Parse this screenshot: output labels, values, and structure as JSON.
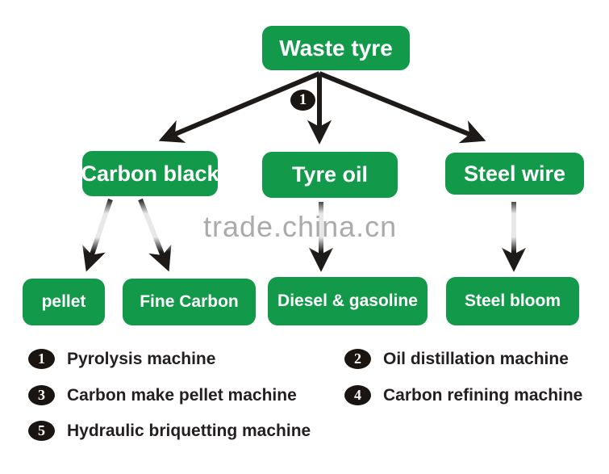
{
  "diagram": {
    "watermark": "trade.china.cn",
    "nodes": {
      "waste_tyre": {
        "label": "Waste tyre"
      },
      "carbon_black": {
        "label": "Carbon black"
      },
      "tyre_oil": {
        "label": "Tyre oil"
      },
      "steel_wire": {
        "label": "Steel wire"
      },
      "pellet": {
        "label": "pellet"
      },
      "fine_carbon": {
        "label": "Fine Carbon"
      },
      "diesel_gasoline": {
        "label": "Diesel & gasoline"
      },
      "steel_bloom": {
        "label": "Steel bloom"
      }
    },
    "edges": [
      {
        "from": "Waste tyre",
        "to": "Carbon black"
      },
      {
        "from": "Waste tyre",
        "to": "Tyre oil",
        "badge": "1"
      },
      {
        "from": "Waste tyre",
        "to": "Steel wire"
      },
      {
        "from": "Carbon black",
        "to": "pellet"
      },
      {
        "from": "Carbon black",
        "to": "Fine Carbon"
      },
      {
        "from": "Tyre oil",
        "to": "Diesel & gasoline"
      },
      {
        "from": "Steel wire",
        "to": "Steel bloom"
      }
    ],
    "arrow_badge": {
      "num": "1"
    },
    "colors": {
      "node_green": "#129a4a",
      "node_text": "#ffffff",
      "arrow_black": "#1d1a17",
      "watermark_gray": "#ababab",
      "legend_text": "#231f20",
      "badge_black": "#1a1511"
    }
  },
  "legend": {
    "left": [
      {
        "num": "1",
        "label": "Pyrolysis machine"
      },
      {
        "num": "3",
        "label": "Carbon make pellet machine"
      },
      {
        "num": "5",
        "label": "Hydraulic briquetting machine"
      }
    ],
    "right": [
      {
        "num": "2",
        "label": "Oil distillation machine"
      },
      {
        "num": "4",
        "label": "Carbon refining machine"
      }
    ]
  }
}
